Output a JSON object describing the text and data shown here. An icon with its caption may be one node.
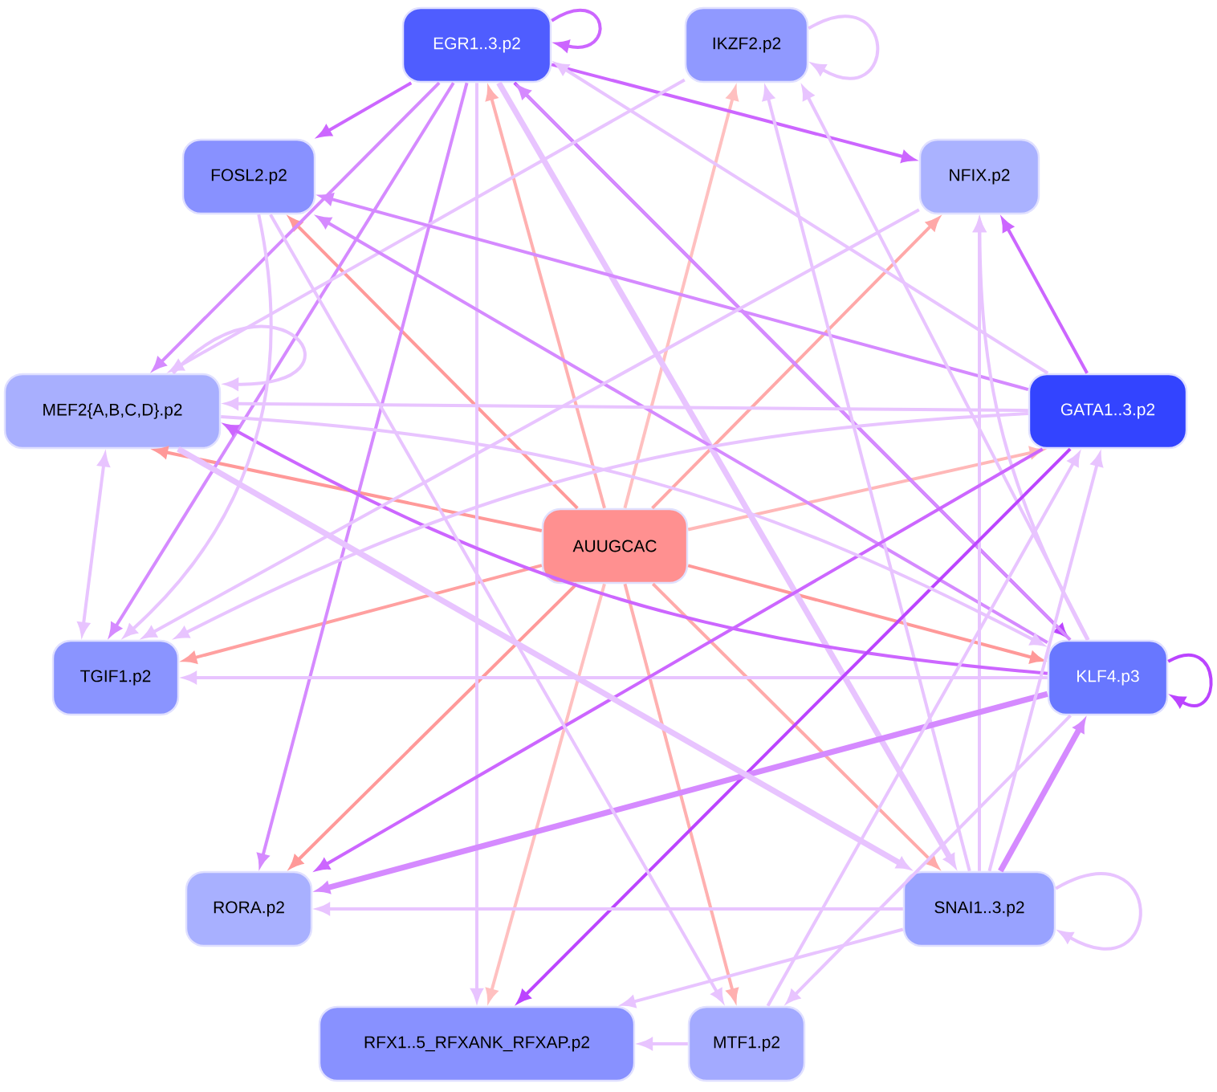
{
  "diagram": {
    "nodes": [
      {
        "text": [
          "EGR1..3.p2"
        ]
      },
      {
        "text": [
          "IKZF2.p2"
        ]
      },
      {
        "text": [
          "FOSL2.p2"
        ]
      },
      {
        "text": [
          "NFIX.p2"
        ]
      },
      {
        "text": [
          "MEF2{A,B,C,D}.p2"
        ]
      },
      {
        "text": [
          "GATA1..3.p2"
        ]
      },
      {
        "text": [
          "AUUGCAC"
        ]
      },
      {
        "text": [
          "TGIF1.p2"
        ]
      },
      {
        "text": [
          "KLF4.p3"
        ]
      },
      {
        "text": [
          "RORA.p2"
        ]
      },
      {
        "text": [
          "SNAI1..3.p2"
        ]
      },
      {
        "text": [
          "RFX1..5_RFXANK_RFXAP.p2"
        ]
      },
      {
        "text": [
          "MTF1.p2"
        ]
      }
    ],
    "edges": [
      {
        "from": 6,
        "to": 0,
        "arrow": "to",
        "color": "#ffb0b0"
      },
      {
        "from": 6,
        "to": 1,
        "arrow": "to",
        "color": "#ffc0c0"
      },
      {
        "from": 6,
        "to": 2,
        "arrow": "to",
        "color": "#ff9999"
      },
      {
        "from": 6,
        "to": 3,
        "arrow": "to",
        "color": "#ffa8a8"
      },
      {
        "from": 6,
        "to": 4,
        "arrow": "to",
        "color": "#ff9999"
      },
      {
        "from": 6,
        "to": 5,
        "arrow": "to",
        "color": "#ffb8b8"
      },
      {
        "from": 6,
        "to": 7,
        "arrow": "to",
        "color": "#ffa0a0"
      },
      {
        "from": 6,
        "to": 8,
        "arrow": "to",
        "color": "#ff9999"
      },
      {
        "from": 6,
        "to": 9,
        "arrow": "to",
        "color": "#ff9999"
      },
      {
        "from": 6,
        "to": 10,
        "arrow": "to",
        "color": "#ffaaaa"
      },
      {
        "from": 6,
        "to": 11,
        "arrow": "to",
        "color": "#ffc0c0"
      },
      {
        "from": 6,
        "to": 12,
        "arrow": "to",
        "color": "#ffb0b0"
      },
      {
        "from": 0,
        "to": 0,
        "arrow": "to",
        "color": "#cc66ff"
      },
      {
        "from": 0,
        "to": 2,
        "arrow": "to",
        "color": "#cc66ff"
      },
      {
        "from": 0,
        "to": 3,
        "arrow": "to",
        "color": "#cc66ff"
      },
      {
        "from": 0,
        "to": 4,
        "arrow": "to",
        "color": "#d58aff"
      },
      {
        "from": 0,
        "to": 8,
        "arrow": "to",
        "color": "#bb44ff"
      },
      {
        "from": 0,
        "to": 9,
        "arrow": "to",
        "color": "#d58aff"
      },
      {
        "from": 0,
        "to": 7,
        "arrow": "to",
        "color": "#d58aff"
      },
      {
        "from": 0,
        "to": 11,
        "arrow": "to"
      },
      {
        "from": 0,
        "to": 10,
        "arrow": "to",
        "style": "thick"
      },
      {
        "from": 5,
        "to": 0,
        "arrow": "to"
      },
      {
        "from": 8,
        "to": 0,
        "arrow": "to",
        "color": "#d58aff"
      },
      {
        "from": 1,
        "to": 1,
        "arrow": "to"
      },
      {
        "from": 1,
        "to": 4,
        "arrow": "to"
      },
      {
        "from": 5,
        "to": 2,
        "arrow": "to",
        "color": "#d58aff"
      },
      {
        "from": 8,
        "to": 2,
        "arrow": "to",
        "color": "#d58aff"
      },
      {
        "from": 5,
        "to": 3,
        "arrow": "to",
        "color": "#cc66ff"
      },
      {
        "from": 8,
        "to": 3,
        "arrow": "to"
      },
      {
        "from": 10,
        "to": 3,
        "arrow": "to"
      },
      {
        "from": 10,
        "to": 1,
        "arrow": "to"
      },
      {
        "from": 8,
        "to": 1,
        "arrow": "to"
      },
      {
        "from": 5,
        "to": 4,
        "arrow": "to"
      },
      {
        "from": 8,
        "to": 4,
        "arrow": "to",
        "color": "#cc66ff"
      },
      {
        "from": 5,
        "to": 7,
        "arrow": "to"
      },
      {
        "from": 8,
        "to": 7,
        "arrow": "to"
      },
      {
        "from": 5,
        "to": 9,
        "arrow": "to",
        "color": "#cc66ff"
      },
      {
        "from": 5,
        "to": 11,
        "arrow": "to",
        "color": "#bb44ff"
      },
      {
        "from": 8,
        "to": 9,
        "arrow": "to",
        "style": "thick",
        "color": "#d58aff"
      },
      {
        "from": 10,
        "to": 9,
        "arrow": "to"
      },
      {
        "from": 10,
        "to": 8,
        "arrow": "to",
        "style": "thick",
        "color": "#d58aff"
      },
      {
        "from": 10,
        "to": 10,
        "arrow": "to"
      },
      {
        "from": 10,
        "to": 11,
        "arrow": "to"
      },
      {
        "from": 8,
        "to": 12,
        "arrow": "to"
      },
      {
        "from": 10,
        "to": 5,
        "arrow": "to"
      },
      {
        "from": 12,
        "to": 5,
        "arrow": "to"
      },
      {
        "from": 12,
        "to": 11,
        "arrow": "to"
      },
      {
        "from": 8,
        "to": 8,
        "arrow": "to",
        "color": "#bb44ff"
      },
      {
        "from": 4,
        "to": 7,
        "arrow": "both"
      },
      {
        "from": 4,
        "to": 10,
        "arrow": "to",
        "style": "thick"
      },
      {
        "from": 2,
        "to": 7,
        "arrow": "to"
      },
      {
        "from": 2,
        "to": 12,
        "arrow": "to"
      },
      {
        "from": 4,
        "to": 4,
        "arrow": "to"
      },
      {
        "from": 3,
        "to": 7,
        "arrow": "to"
      },
      {
        "from": 4,
        "to": 8,
        "arrow": "to"
      }
    ]
  }
}
